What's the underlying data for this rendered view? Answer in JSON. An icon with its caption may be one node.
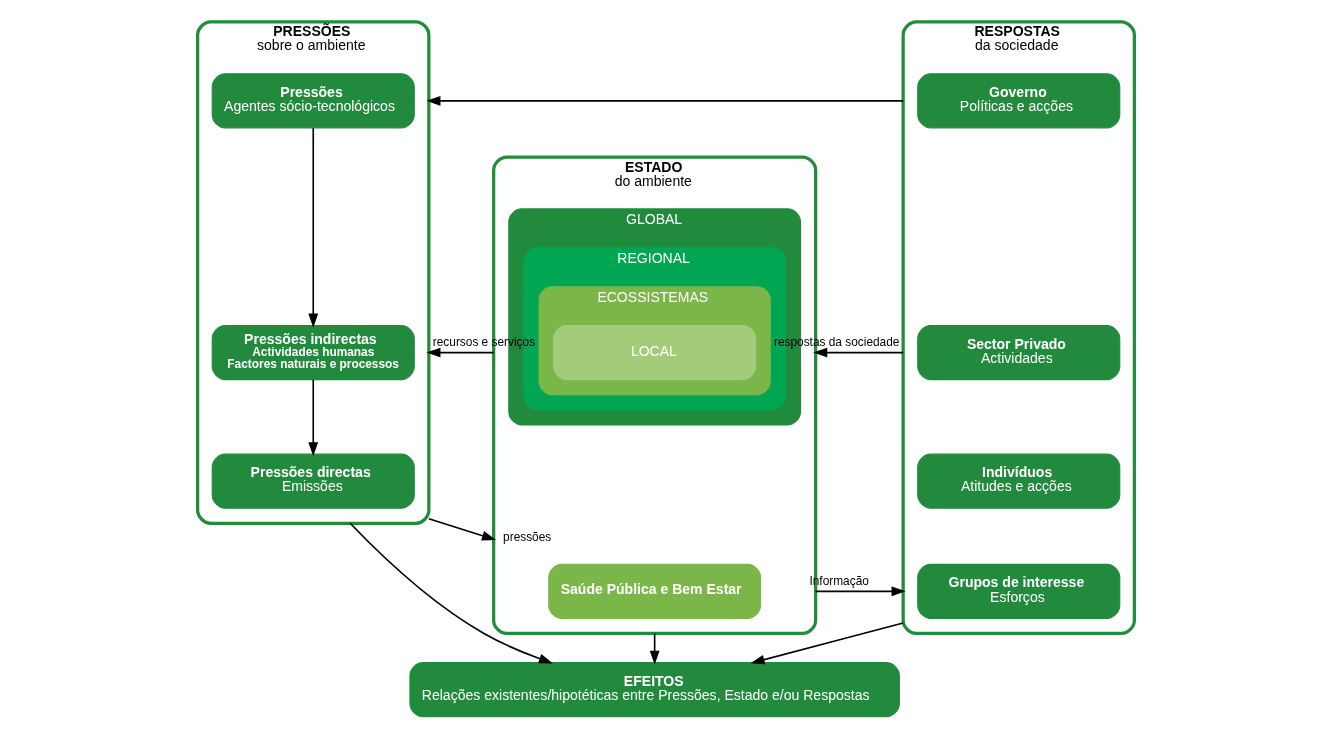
{
  "diagram": {
    "nodes": [
      {
        "text": [
          "PRESSÕES",
          "sobre o ambiente"
        ]
      },
      {
        "text": [
          "Pressões",
          "Agentes sócio-tecnológicos"
        ],
        "in": 0
      },
      {
        "text": [
          "Pressões indirectas",
          "Actividades humanas",
          "Factores naturais e processos"
        ],
        "in": 0
      },
      {
        "text": [
          "Pressões directas",
          "Emissões"
        ],
        "in": 0
      },
      {
        "text": [
          "ESTADO",
          "do ambiente"
        ]
      },
      {
        "text": [
          "GLOBAL"
        ],
        "in": 4
      },
      {
        "text": [
          "REGIONAL"
        ],
        "in": 5
      },
      {
        "text": [
          "ECOSSISTEMAS"
        ],
        "in": 6
      },
      {
        "text": [
          "LOCAL"
        ],
        "in": 7
      },
      {
        "text": [
          "Saúde Pública e Bem Estar"
        ],
        "in": 4
      },
      {
        "text": [
          "RESPOSTAS",
          "da sociedade"
        ]
      },
      {
        "text": [
          "Governo",
          "Políticas e acções"
        ],
        "in": 10
      },
      {
        "text": [
          "Sector Privado",
          "Actividades"
        ],
        "in": 10
      },
      {
        "text": [
          "Indivíduos",
          "Atitudes e acções"
        ],
        "in": 10
      },
      {
        "text": [
          "Grupos de interesse",
          "Esforços"
        ],
        "in": 10
      },
      {
        "text": [
          "EFEITOS",
          "Relações existentes/hipotéticas entre Pressões, Estado e/ou Respostas"
        ]
      }
    ],
    "edges": [
      {
        "from": 1,
        "to": 2,
        "arrow": "to"
      },
      {
        "from": 2,
        "to": 3,
        "arrow": "to"
      },
      {
        "from": 4,
        "to": 0,
        "arrow": "to",
        "label": "recursos e serviços"
      },
      {
        "from": 0,
        "to": 4,
        "arrow": "to",
        "label": "pressões"
      },
      {
        "from": 10,
        "to": 4,
        "arrow": "to",
        "label": "respostas da sociedade"
      },
      {
        "from": 4,
        "to": 10,
        "arrow": "to",
        "label": "Informação"
      },
      {
        "from": 10,
        "to": 0,
        "arrow": "to"
      },
      {
        "from": 0,
        "to": 15,
        "arrow": "to"
      },
      {
        "from": 4,
        "to": 15,
        "arrow": "to"
      },
      {
        "from": 10,
        "to": 15,
        "arrow": "to"
      }
    ]
  }
}
